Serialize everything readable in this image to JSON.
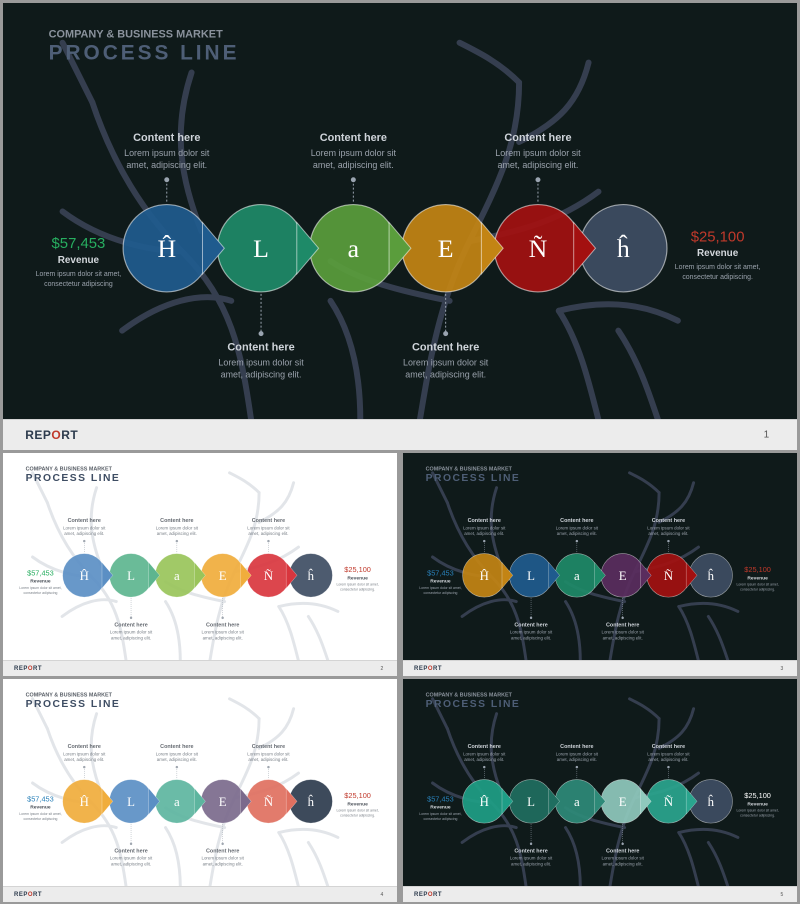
{
  "slides": [
    {
      "theme": "dark",
      "page": "1",
      "header": {
        "kicker": "COMPANY & BUSINESS MARKET",
        "title": "PROCESS LINE"
      },
      "nodes": [
        {
          "letter": "Ĥ",
          "color": "#1f5b8e"
        },
        {
          "letter": "L",
          "color": "#1e8a68"
        },
        {
          "letter": "a",
          "color": "#5a9d3c"
        },
        {
          "letter": "E",
          "color": "#c38414"
        },
        {
          "letter": "Ñ",
          "color": "#a31010"
        },
        {
          "letter": "ĥ",
          "color": "#3e4d63"
        }
      ],
      "left_stat": {
        "value": "$57,453",
        "color": "#27ae60",
        "label": "Revenue",
        "desc": "Lorem ipsum dolor sit amet, consectetur adipiscing"
      },
      "right_stat": {
        "value": "$25,100",
        "color": "#c0392b",
        "label": "Revenue",
        "desc": "Lorem ipsum dolor sit amet, consectetur adipiscing."
      },
      "callouts_top": [
        {
          "title": "Content here",
          "text": "Lorem ipsum dolor sit amet, adipiscing elit."
        },
        {
          "title": "Content here",
          "text": "Lorem ipsum dolor sit amet, adipiscing elit."
        },
        {
          "title": "Content here",
          "text": "Lorem ipsum dolor sit amet, adipiscing elit."
        }
      ],
      "callouts_bottom": [
        {
          "title": "Content here",
          "text": "Lorem ipsum dolor sit amet, adipiscing elit."
        },
        {
          "title": "Content here",
          "text": "Lorem ipsum dolor sit amet, adipiscing elit."
        }
      ],
      "footer_brand": [
        "REP",
        "O",
        "RT"
      ]
    },
    {
      "theme": "light",
      "page": "2",
      "header": {
        "kicker": "COMPANY & BUSINESS MARKET",
        "title": "PROCESS LINE"
      },
      "nodes": [
        {
          "letter": "Ĥ",
          "color": "#5b8fc4"
        },
        {
          "letter": "L",
          "color": "#5db58f"
        },
        {
          "letter": "a",
          "color": "#99c45a"
        },
        {
          "letter": "E",
          "color": "#f0ad3c"
        },
        {
          "letter": "Ñ",
          "color": "#d9363e"
        },
        {
          "letter": "ĥ",
          "color": "#3e4d63"
        }
      ],
      "left_stat": {
        "value": "$57,453",
        "color": "#27ae60",
        "label": "Revenue",
        "desc": "Lorem ipsum dolor sit amet, consectetur adipiscing"
      },
      "right_stat": {
        "value": "$25,100",
        "color": "#c0392b",
        "label": "Revenue",
        "desc": "Lorem ipsum dolor sit amet, consectetur adipiscing."
      },
      "callouts_top": [
        {
          "title": "Content here",
          "text": "Lorem ipsum dolor sit amet, adipiscing elit."
        },
        {
          "title": "Content here",
          "text": "Lorem ipsum dolor sit amet, adipiscing elit."
        },
        {
          "title": "Content here",
          "text": "Lorem ipsum dolor sit amet, adipiscing elit."
        }
      ],
      "callouts_bottom": [
        {
          "title": "Content here",
          "text": "Lorem ipsum dolor sit amet, adipiscing elit."
        },
        {
          "title": "Content here",
          "text": "Lorem ipsum dolor sit amet, adipiscing elit."
        }
      ],
      "footer_brand": [
        "REP",
        "O",
        "RT"
      ]
    },
    {
      "theme": "dark",
      "page": "3",
      "header": {
        "kicker": "COMPANY & BUSINESS MARKET",
        "title": "PROCESS LINE"
      },
      "nodes": [
        {
          "letter": "Ĥ",
          "color": "#c38414"
        },
        {
          "letter": "L",
          "color": "#1f5b8e"
        },
        {
          "letter": "a",
          "color": "#1e8a68"
        },
        {
          "letter": "E",
          "color": "#5a2d5e"
        },
        {
          "letter": "Ñ",
          "color": "#a31010"
        },
        {
          "letter": "ĥ",
          "color": "#3e4d63"
        }
      ],
      "left_stat": {
        "value": "$57,453",
        "color": "#2980b9",
        "label": "Revenue",
        "desc": "Lorem ipsum dolor sit amet, consectetur adipiscing"
      },
      "right_stat": {
        "value": "$25,100",
        "color": "#c0392b",
        "label": "Revenue",
        "desc": "Lorem ipsum dolor sit amet, consectetur adipiscing."
      },
      "callouts_top": [
        {
          "title": "Content here",
          "text": "Lorem ipsum dolor sit amet, adipiscing elit."
        },
        {
          "title": "Content here",
          "text": "Lorem ipsum dolor sit amet, adipiscing elit."
        },
        {
          "title": "Content here",
          "text": "Lorem ipsum dolor sit amet, adipiscing elit."
        }
      ],
      "callouts_bottom": [
        {
          "title": "Content here",
          "text": "Lorem ipsum dolor sit amet, adipiscing elit."
        },
        {
          "title": "Content here",
          "text": "Lorem ipsum dolor sit amet, adipiscing elit."
        }
      ],
      "footer_brand": [
        "REP",
        "O",
        "RT"
      ]
    },
    {
      "theme": "light",
      "page": "4",
      "header": {
        "kicker": "COMPANY & BUSINESS MARKET",
        "title": "PROCESS LINE"
      },
      "nodes": [
        {
          "letter": "Ĥ",
          "color": "#f0ad3c"
        },
        {
          "letter": "L",
          "color": "#5b8fc4"
        },
        {
          "letter": "a",
          "color": "#5db59f"
        },
        {
          "letter": "E",
          "color": "#7b6a8c"
        },
        {
          "letter": "Ñ",
          "color": "#e07060"
        },
        {
          "letter": "ĥ",
          "color": "#2d3b4d"
        }
      ],
      "left_stat": {
        "value": "$57,453",
        "color": "#2980b9",
        "label": "Revenue",
        "desc": "Lorem ipsum dolor sit amet, consectetur adipiscing"
      },
      "right_stat": {
        "value": "$25,100",
        "color": "#c0392b",
        "label": "Revenue",
        "desc": "Lorem ipsum dolor sit amet, consectetur adipiscing."
      },
      "callouts_top": [
        {
          "title": "Content here",
          "text": "Lorem ipsum dolor sit amet, adipiscing elit."
        },
        {
          "title": "Content here",
          "text": "Lorem ipsum dolor sit amet, adipiscing elit."
        },
        {
          "title": "Content here",
          "text": "Lorem ipsum dolor sit amet, adipiscing elit."
        }
      ],
      "callouts_bottom": [
        {
          "title": "Content here",
          "text": "Lorem ipsum dolor sit amet, adipiscing elit."
        },
        {
          "title": "Content here",
          "text": "Lorem ipsum dolor sit amet, adipiscing elit."
        }
      ],
      "footer_brand": [
        "REP",
        "O",
        "RT"
      ]
    },
    {
      "theme": "dark",
      "page": "5",
      "header": {
        "kicker": "COMPANY & BUSINESS MARKET",
        "title": "PROCESS LINE"
      },
      "nodes": [
        {
          "letter": "Ĥ",
          "color": "#1e9e86"
        },
        {
          "letter": "L",
          "color": "#1f6e60"
        },
        {
          "letter": "a",
          "color": "#2e8a78"
        },
        {
          "letter": "E",
          "color": "#8fc9bd"
        },
        {
          "letter": "Ñ",
          "color": "#2aa58e"
        },
        {
          "letter": "ĥ",
          "color": "#3e4d63"
        }
      ],
      "left_stat": {
        "value": "$57,453",
        "color": "#2980b9",
        "label": "Revenue",
        "desc": "Lorem ipsum dolor sit amet, consectetur adipiscing"
      },
      "right_stat": {
        "value": "$25,100",
        "color": "#ffffff",
        "label": "Revenue",
        "desc": "Lorem ipsum dolor sit amet, consectetur adipiscing."
      },
      "callouts_top": [
        {
          "title": "Content here",
          "text": "Lorem ipsum dolor sit amet, adipiscing elit."
        },
        {
          "title": "Content here",
          "text": "Lorem ipsum dolor sit amet, adipiscing elit."
        },
        {
          "title": "Content here",
          "text": "Lorem ipsum dolor sit amet, adipiscing elit."
        }
      ],
      "callouts_bottom": [
        {
          "title": "Content here",
          "text": "Lorem ipsum dolor sit amet, adipiscing elit."
        },
        {
          "title": "Content here",
          "text": "Lorem ipsum dolor sit amet, adipiscing elit."
        }
      ],
      "footer_brand": [
        "REP",
        "O",
        "RT"
      ]
    }
  ]
}
